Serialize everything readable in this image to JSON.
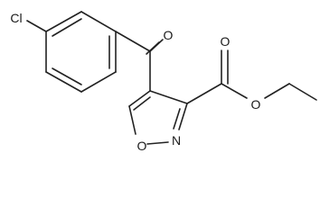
{
  "structure": {
    "atoms": {
      "cl": "Cl",
      "o_ketone": "O",
      "o_ring": "O",
      "n_ring": "N",
      "o_carbonyl": "O",
      "o_ester": "O"
    }
  }
}
